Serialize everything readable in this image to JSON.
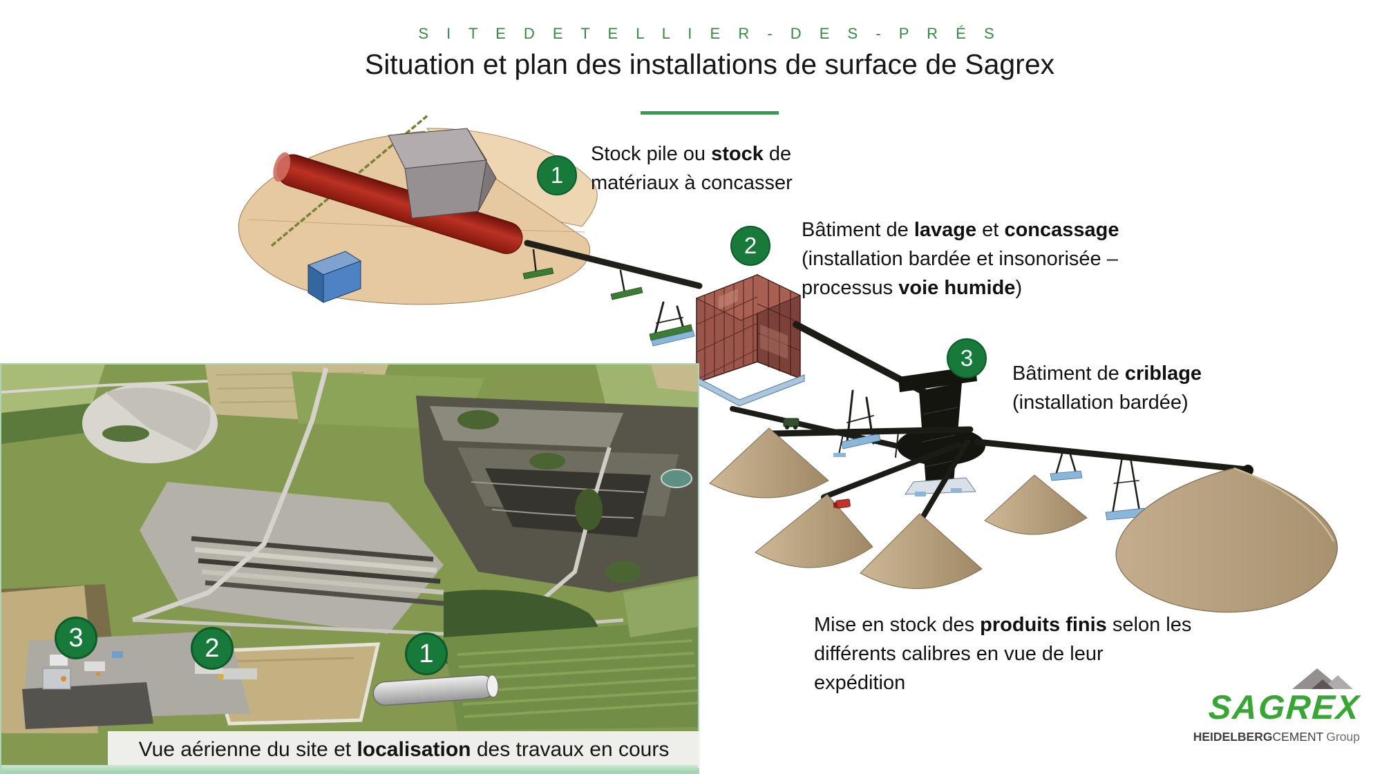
{
  "slide": {
    "eyebrow": "S I T E   D E   T E L L I E R - D E S - P R É S",
    "title": "Situation et plan des installations de surface de Sagrex"
  },
  "annotations": {
    "a1": {
      "number": "1",
      "line1_pre": "Stock pile ou ",
      "line1_bold": "stock",
      "line1_post": " de",
      "line2": "matériaux à concasser"
    },
    "a2": {
      "number": "2",
      "line1_pre": "Bâtiment de ",
      "line1_bold": "lavage",
      "line1_mid": " et ",
      "line1_bold2": "concassage",
      "line2": "(installation bardée et insonorisée –",
      "line3_pre": "processus ",
      "line3_bold": "voie humide",
      "line3_post": ")"
    },
    "a3": {
      "number": "3",
      "line1_pre": "Bâtiment de ",
      "line1_bold": "criblage",
      "line2": "(installation bardée)"
    }
  },
  "stock_note": {
    "line1_pre": "Mise en stock des ",
    "line1_bold": "produits finis",
    "line1_post": " selon les",
    "line2": "différents calibres en vue de leur",
    "line3": "expédition"
  },
  "photo": {
    "caption_pre": "Vue aérienne du site et ",
    "caption_bold": "localisation",
    "caption_post": " des travaux en cours",
    "markers": [
      {
        "label": "3"
      },
      {
        "label": "2"
      },
      {
        "label": "1"
      }
    ]
  },
  "logo": {
    "brand": "SAGREX",
    "group_bold": "HEIDELBERG",
    "group_regular": "CEMENT",
    "group_light": "Group"
  },
  "colors": {
    "accent_green": "#338a44",
    "underline_green": "#2f9e50",
    "badge_green": "#187a3a",
    "logo_green": "#38a535",
    "stockpile_tan": "#e7c9a1",
    "cone_tan": "#b49c79",
    "building_red": "#9b564b",
    "conveyor_black": "#1c1c16",
    "photo_border_green": "#a8d6b6"
  }
}
